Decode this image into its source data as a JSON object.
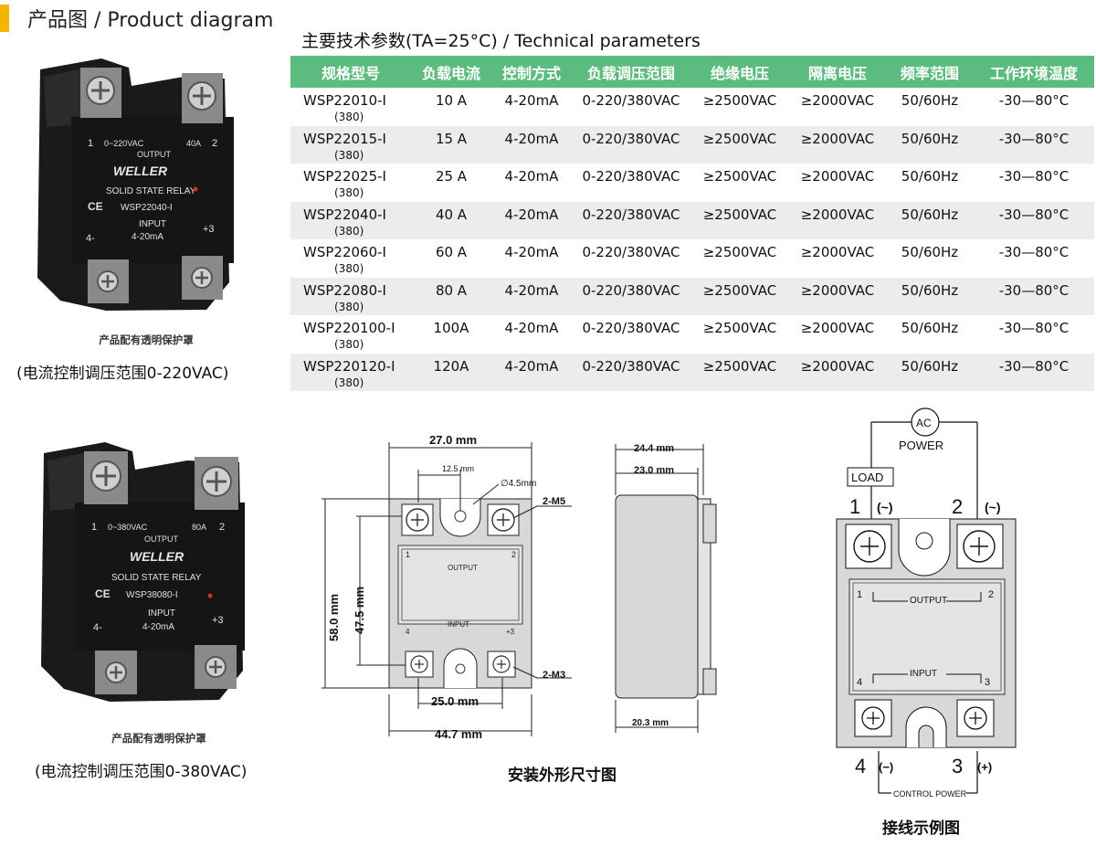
{
  "header": {
    "title": "产品图 / Product diagram",
    "params_title": "主要技术参数(TA=25°C) / Technical parameters"
  },
  "colors": {
    "accent": "#f4b400",
    "table_header_bg": "#5cbb7e",
    "table_row_shade": "#ececec"
  },
  "table": {
    "headers": [
      "规格型号",
      "负载电流",
      "控制方式",
      "负载调压范围",
      "绝缘电压",
      "隔离电压",
      "频率范围",
      "工作环境温度"
    ],
    "rows": [
      {
        "model": "WSP22010-I",
        "suffix": "(380)",
        "current": "10 A",
        "control": "4-20mA",
        "range": "0-220/380VAC",
        "insulation": "≥2500VAC",
        "isolation": "≥2000VAC",
        "frequency": "50/60Hz",
        "temperature": "-30—80°C"
      },
      {
        "model": "WSP22015-I",
        "suffix": "(380)",
        "current": "15 A",
        "control": "4-20mA",
        "range": "0-220/380VAC",
        "insulation": "≥2500VAC",
        "isolation": "≥2000VAC",
        "frequency": "50/60Hz",
        "temperature": "-30—80°C"
      },
      {
        "model": "WSP22025-I",
        "suffix": "(380)",
        "current": "25 A",
        "control": "4-20mA",
        "range": "0-220/380VAC",
        "insulation": "≥2500VAC",
        "isolation": "≥2000VAC",
        "frequency": "50/60Hz",
        "temperature": "-30—80°C"
      },
      {
        "model": "WSP22040-I",
        "suffix": "(380)",
        "current": "40 A",
        "control": "4-20mA",
        "range": "0-220/380VAC",
        "insulation": "≥2500VAC",
        "isolation": "≥2000VAC",
        "frequency": "50/60Hz",
        "temperature": "-30—80°C"
      },
      {
        "model": "WSP22060-I",
        "suffix": "(380)",
        "current": "60 A",
        "control": "4-20mA",
        "range": "0-220/380VAC",
        "insulation": "≥2500VAC",
        "isolation": "≥2000VAC",
        "frequency": "50/60Hz",
        "temperature": "-30—80°C"
      },
      {
        "model": "WSP22080-I",
        "suffix": "(380)",
        "current": "80 A",
        "control": "4-20mA",
        "range": "0-220/380VAC",
        "insulation": "≥2500VAC",
        "isolation": "≥2000VAC",
        "frequency": "50/60Hz",
        "temperature": "-30—80°C"
      },
      {
        "model": "WSP220100-I",
        "suffix": "(380)",
        "current": "100A",
        "control": "4-20mA",
        "range": "0-220/380VAC",
        "insulation": "≥2500VAC",
        "isolation": "≥2000VAC",
        "frequency": "50/60Hz",
        "temperature": "-30—80°C"
      },
      {
        "model": "WSP220120-I",
        "suffix": "(380)",
        "current": "120A",
        "control": "4-20mA",
        "range": "0-220/380VAC",
        "insulation": "≥2500VAC",
        "isolation": "≥2000VAC",
        "frequency": "50/60Hz",
        "temperature": "-30—80°C"
      }
    ]
  },
  "products": [
    {
      "terminal_left": "1",
      "terminal_right": "2",
      "output_range": "0~220VAC",
      "output_current": "40A",
      "output_label": "OUTPUT",
      "brand": "WELLER",
      "type": "SOLID STATE RELAY",
      "ce": "CE",
      "model": "WSP22040-I",
      "input_label": "INPUT",
      "input_range": "4-20mA",
      "input_neg": "4-",
      "input_pos": "+3",
      "cover_note": "产品配有透明保护罩",
      "caption": "(电流控制调压范围0-220VAC)"
    },
    {
      "terminal_left": "1",
      "terminal_right": "2",
      "output_range": "0~380VAC",
      "output_current": "80A",
      "output_label": "OUTPUT",
      "brand": "WELLER",
      "type": "SOLID STATE RELAY",
      "ce": "CE",
      "model": "WSP38080-I",
      "input_label": "INPUT",
      "input_range": "4-20mA",
      "input_neg": "4-",
      "input_pos": "+3",
      "cover_note": "产品配有透明保护罩",
      "caption": "(电流控制调压范围0-380VAC)"
    }
  ],
  "dimensions": {
    "width_outer": "27.0 mm",
    "hole_offset": "12.5 mm",
    "hole_dia": "∅4.5mm",
    "screw_top": "2-M5",
    "height_total": "58.0 mm",
    "height_inner": "47.5 mm",
    "output_label": "OUTPUT",
    "input_label": "INPUT",
    "pin1": "1",
    "pin2": "2",
    "pin4": "4",
    "pin3": "+3",
    "screw_bottom": "2-M3",
    "spacing_bottom": "25.0 mm",
    "width_total": "44.7 mm",
    "depth_total": "24.4 mm",
    "depth_body": "23.0 mm",
    "depth_base": "20.3 mm",
    "caption": "安装外形尺寸图"
  },
  "wiring": {
    "ac": "AC",
    "power": "POWER",
    "load": "LOAD",
    "t1": "1",
    "t1_sym": "(~)",
    "t2": "2",
    "t2_sym": "(~)",
    "output_label": "OUTPUT",
    "input_label": "INPUT",
    "p1": "1",
    "p2": "2",
    "p4": "4",
    "p3": "3",
    "t4": "4",
    "t4_sym": "(−)",
    "t3": "3",
    "t3_sym": "(+)",
    "control_power": "CONTROL POWER",
    "caption": "接线示例图"
  }
}
